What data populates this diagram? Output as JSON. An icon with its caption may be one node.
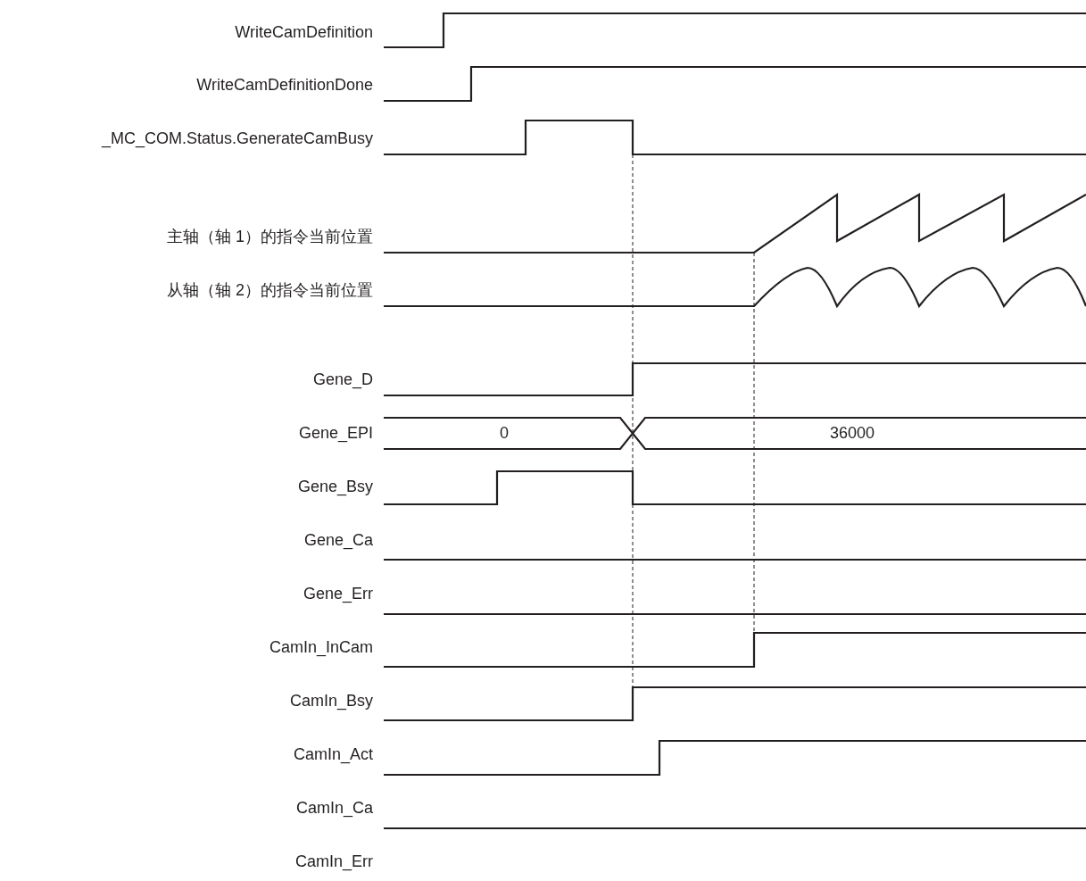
{
  "diagram": {
    "labels": [
      "WriteCamDefinition",
      "WriteCamDefinitionDone",
      "_MC_COM.Status.GenerateCamBusy",
      "主轴（轴 1）的指令当前位置",
      "从轴（轴 2）的指令当前位置",
      "Gene_D",
      "Gene_EPI",
      "0",
      "36000",
      "Gene_Bsy",
      "Gene_Ca",
      "Gene_Err",
      "CamIn_InCam",
      "CamIn_Bsy",
      "CamIn_Act",
      "CamIn_Ca",
      "CamIn_Err"
    ]
  }
}
